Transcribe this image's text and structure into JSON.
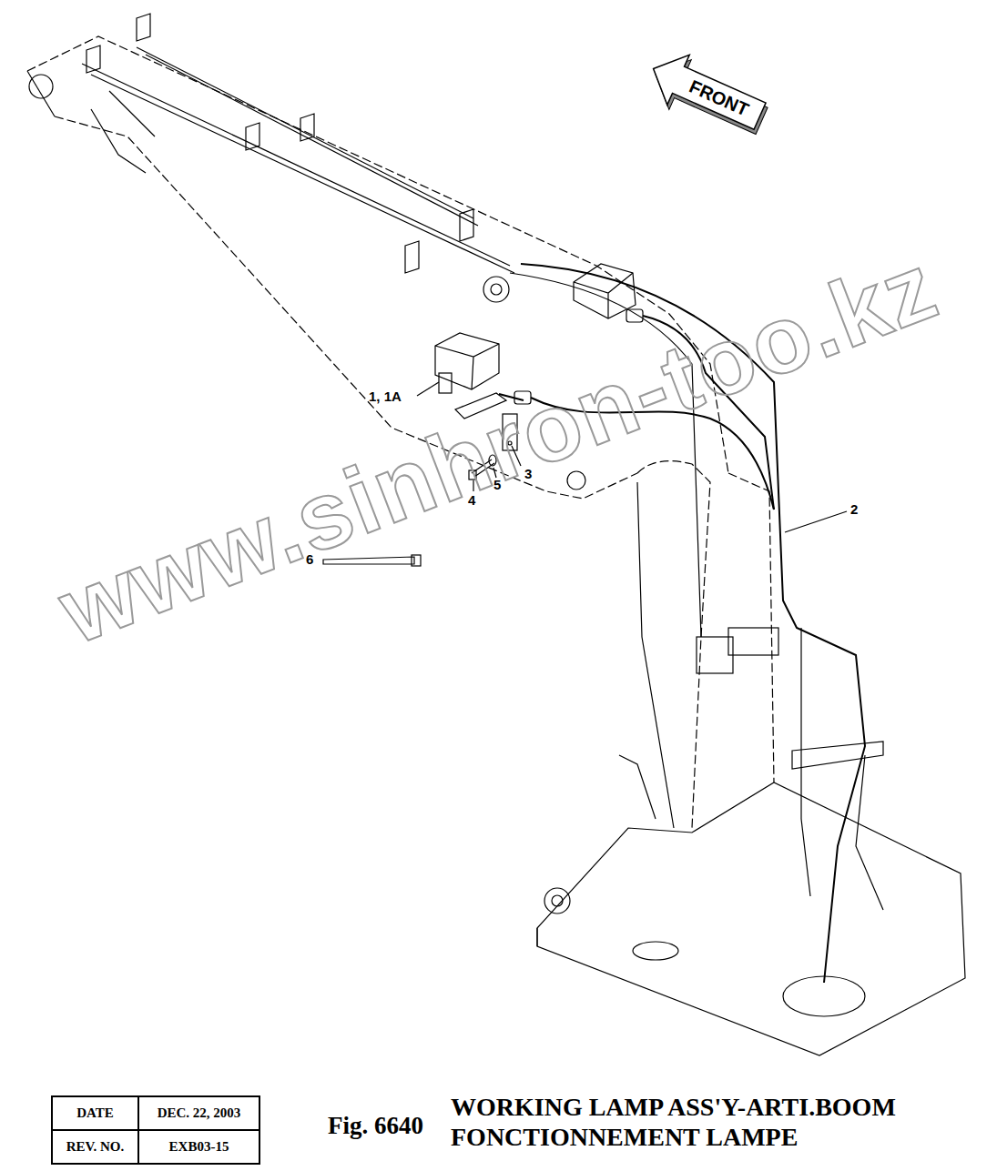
{
  "diagram": {
    "title": "WORKING LAMP ASS'Y-ARTI.BOOM FONCTIONNEMENT LAMPE",
    "nodes": [
      {
        "text": [
          "FRONT"
        ]
      }
    ],
    "labels": [
      "1, 1A",
      "2",
      "3",
      "4",
      "5",
      "6",
      "www.sinhron-too.kz",
      "DATE",
      "DEC. 22, 2003",
      "REV. NO.",
      "EXB03-15",
      "Fig. 6640"
    ]
  }
}
